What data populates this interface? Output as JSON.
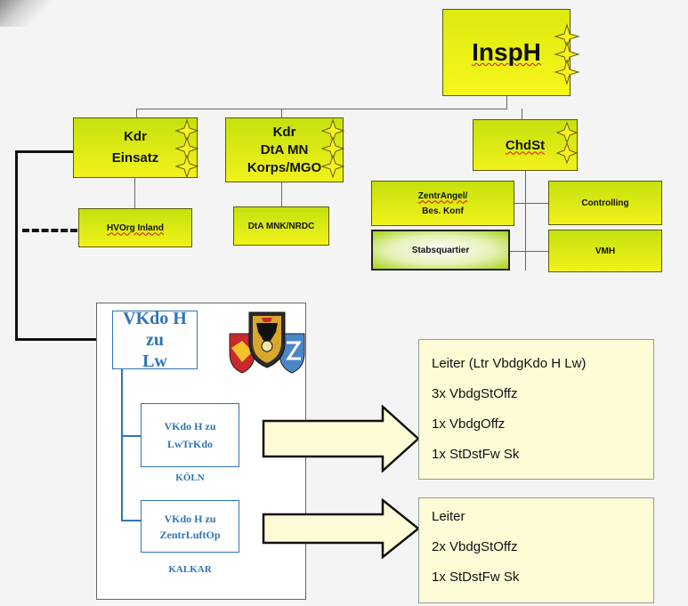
{
  "top": {
    "label": "InspH"
  },
  "kdr_einsatz": {
    "line1": "Kdr",
    "line2": "Einsatz"
  },
  "kdr_dta": {
    "line1": "Kdr",
    "line2": "DtA MN",
    "line3": "Korps/MGO"
  },
  "chdst": {
    "label": "ChdSt"
  },
  "hvorg": {
    "label": "HVOrg Inland"
  },
  "dta_mnk": {
    "label": "DtA MNK/NRDC"
  },
  "zentrangel": {
    "line1": "ZentrAngel/",
    "line2": "Bes. Konf"
  },
  "controlling": {
    "label": "Controlling"
  },
  "stabsquartier": {
    "label": "Stabsquartier"
  },
  "vmh": {
    "label": "VMH"
  },
  "vkdo": {
    "main": {
      "line1": "VKdo H zu",
      "line2": "Lw"
    },
    "sub1": {
      "line1": "VKdo H zu",
      "line2": "LwTrKdo",
      "city": "KÖLN"
    },
    "sub2": {
      "line1": "VKdo H zu",
      "line2": "ZentrLuftOp",
      "city": "KALKAR"
    }
  },
  "info1": [
    "Leiter (Ltr VbdgKdo H Lw)",
    "3x VbdgStOffz",
    "1x VbdgOffz",
    "1x StDstFw Sk"
  ],
  "info2": [
    "Leiter",
    "2x VbdgStOffz",
    "1x StDstFw Sk"
  ],
  "colors": {
    "node_fill": "#e8ef14",
    "blue": "#2e75b6",
    "info_fill": "#fdfcd6",
    "arrow_fill": "#fdfcd6"
  }
}
